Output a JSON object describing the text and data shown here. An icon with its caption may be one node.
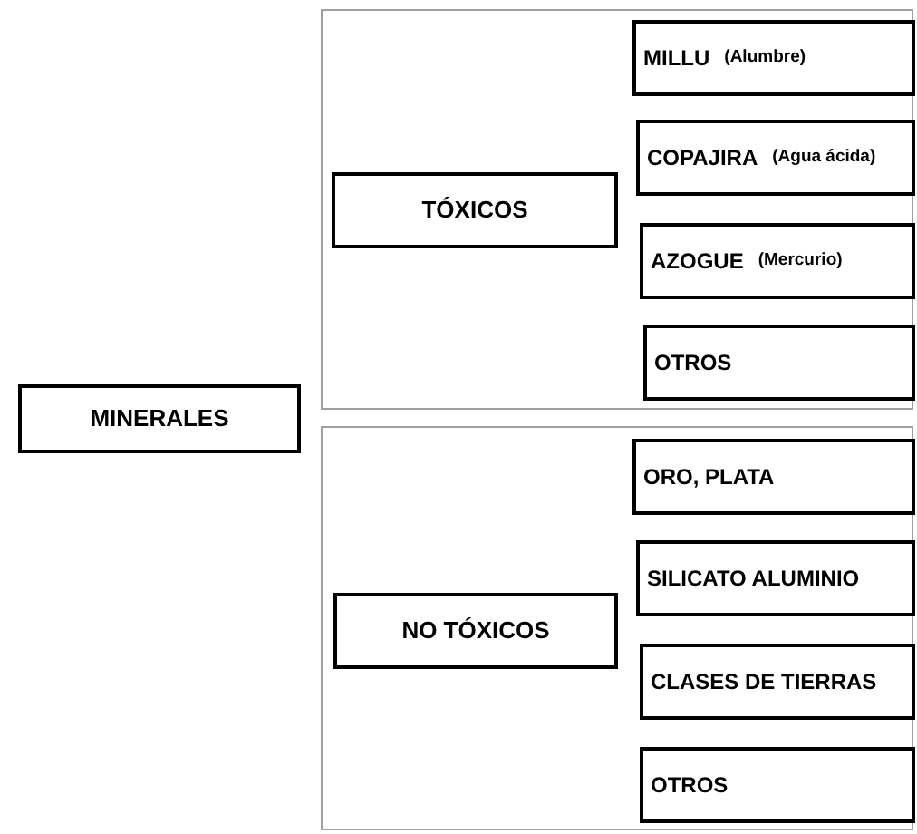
{
  "diagram": {
    "nodes": [
      {
        "text": [
          "MINERALES"
        ]
      },
      {
        "text": [],
        "shape": "box"
      },
      {
        "text": [
          "TÓXICOS"
        ],
        "in": 1
      },
      {
        "text": [
          "MILLU",
          "(Alumbre)"
        ],
        "in": 1
      },
      {
        "text": [
          "COPAJIRA",
          "(Agua ácida)"
        ],
        "in": 1
      },
      {
        "text": [
          "AZOGUE",
          "(Mercurio)"
        ],
        "in": 1
      },
      {
        "text": [
          "OTROS"
        ],
        "in": 1
      },
      {
        "text": [],
        "shape": "box"
      },
      {
        "text": [
          "NO TÓXICOS"
        ],
        "in": 7
      },
      {
        "text": [
          "ORO, PLATA"
        ],
        "in": 7
      },
      {
        "text": [
          "SILICATO ALUMINIO"
        ],
        "in": 7
      },
      {
        "text": [
          "CLASES DE TIERRAS"
        ],
        "in": 7
      },
      {
        "text": [
          "OTROS"
        ],
        "in": 7
      }
    ]
  }
}
